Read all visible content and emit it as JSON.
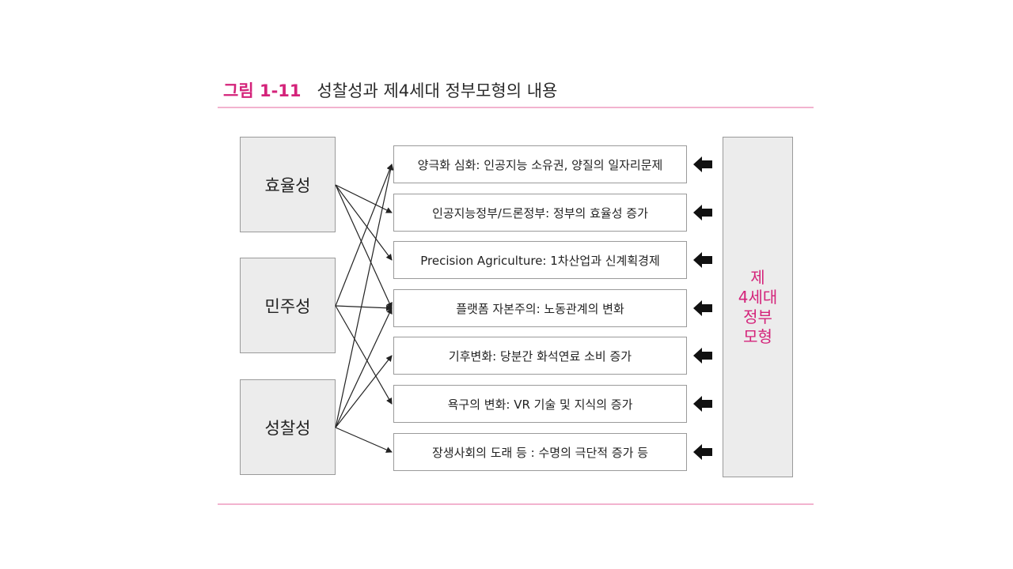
{
  "figure": {
    "label": "그림 1-11",
    "caption": "성찰성과 제4세대 정부모형의 내용"
  },
  "sources": [
    {
      "id": "efficiency",
      "label": "효율성"
    },
    {
      "id": "democracy",
      "label": "민주성"
    },
    {
      "id": "reflexivity",
      "label": "성찰성"
    }
  ],
  "contents": [
    {
      "label": "양극화 심화: 인공지능 소유권, 양질의 일자리문제"
    },
    {
      "label": "인공지능정부/드론정부: 정부의 효율성 증가"
    },
    {
      "label": "Precision Agriculture: 1차산업과 신계획경제"
    },
    {
      "label": "플랫폼 자본주의: 노동관계의 변화"
    },
    {
      "label": "기후변화: 당분간 화석연료 소비 증가"
    },
    {
      "label": "욕구의 변화: VR 기술 및 지식의 증가"
    },
    {
      "label": "장생사회의 도래 등 : 수명의 극단적 증가 등"
    }
  ],
  "government": {
    "lines": [
      "제",
      "4세대",
      "정부",
      "모형"
    ]
  },
  "edges": [
    {
      "from": 0,
      "to": 1
    },
    {
      "from": 0,
      "to": 2
    },
    {
      "from": 0,
      "to": 3
    },
    {
      "from": 1,
      "to": 0
    },
    {
      "from": 1,
      "to": 3
    },
    {
      "from": 1,
      "to": 5
    },
    {
      "from": 2,
      "to": 0
    },
    {
      "from": 2,
      "to": 3
    },
    {
      "from": 2,
      "to": 4
    },
    {
      "from": 2,
      "to": 6
    }
  ],
  "colors": {
    "accent": "#d4237a",
    "rule": "#f2b3cf",
    "box_fill": "#ececec",
    "box_border": "#9a9a9a",
    "line": "#222222"
  }
}
